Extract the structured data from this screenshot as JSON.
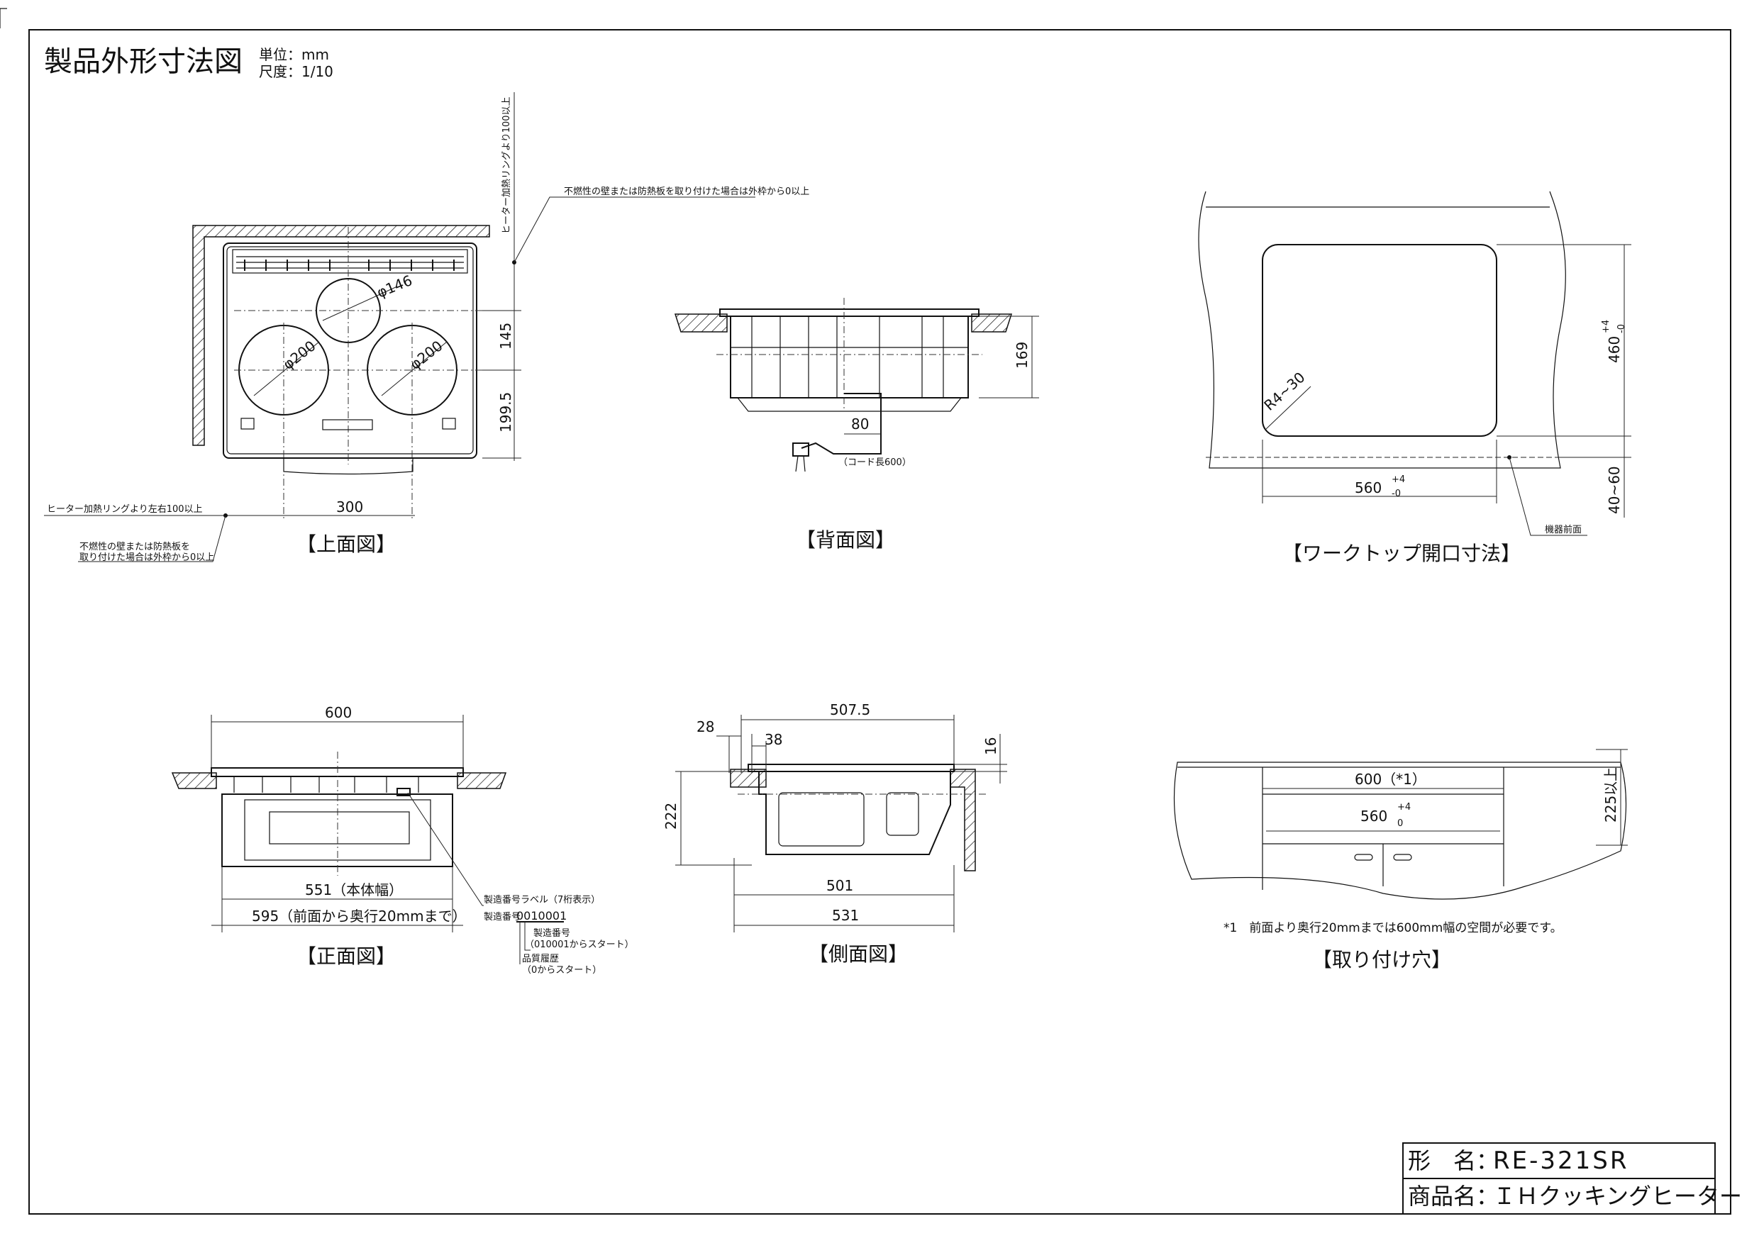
{
  "header": {
    "title": "製品外形寸法図",
    "unit": "単位：mm",
    "scale": "尺度：1/10"
  },
  "views": {
    "top": {
      "caption": "【上面図】",
      "dims": {
        "d146": "φ146",
        "d200_left": "φ200",
        "d200_right": "φ200",
        "d145": "145",
        "d199_5": "199.5",
        "d300": "300"
      },
      "notes": {
        "rear_clearance": "ヒーター加熱リングより100以上",
        "wall_back": "不燃性の壁または防熱板を取り付けた場合は外枠から0以上",
        "side_clearance": "ヒーター加熱リングより左右100以上",
        "wall_side_1": "不燃性の壁または防熱板を",
        "wall_side_2": "取り付けた場合は外枠から0以上"
      }
    },
    "back": {
      "caption": "【背面図】",
      "dims": {
        "d169": "169",
        "d80": "80"
      },
      "cord": "（コード長600）"
    },
    "worktop": {
      "caption": "【ワークトップ開口寸法】",
      "dims": {
        "d460": "460",
        "d460_tol_up": "+4",
        "d460_tol_dn": "-0",
        "d560": "560",
        "d560_tol_up": "+4",
        "d560_tol_dn": "-0",
        "d40_60": "40~60",
        "r": "R4~30"
      },
      "front_label": "機器前面"
    },
    "front": {
      "caption": "【正面図】",
      "dims": {
        "d600": "600",
        "d551": "551（本体幅）",
        "d595": "595（前面から奥行20mmまで）"
      },
      "labels": {
        "serial_label": "製造番号ラベル（7桁表示）",
        "serial_prefix": "製造番号",
        "serial_value": "0010001",
        "serial_sub": "製造番号",
        "serial_start": "（010001からスタート）",
        "quality": "品質履歴",
        "quality_start": "（0からスタート）"
      }
    },
    "side": {
      "caption": "【側面図】",
      "dims": {
        "d507_5": "507.5",
        "d28": "28",
        "d38": "38",
        "d16": "16",
        "d222": "222",
        "d501": "501",
        "d531": "531"
      }
    },
    "mount": {
      "caption": "【取り付け穴】",
      "dims": {
        "d600": "600（*1）",
        "d560": "560",
        "d560_tol_up": "+4",
        "d560_tol_dn": "0",
        "d225": "225以上"
      },
      "note": "*1　前面より奥行20mmまでは600mm幅の空間が必要です。"
    }
  },
  "title_block": {
    "model_label": "形　名：",
    "model_value": "RE-321SR",
    "product_label": "商品名：",
    "product_value": "ＩＨクッキングヒーター"
  }
}
